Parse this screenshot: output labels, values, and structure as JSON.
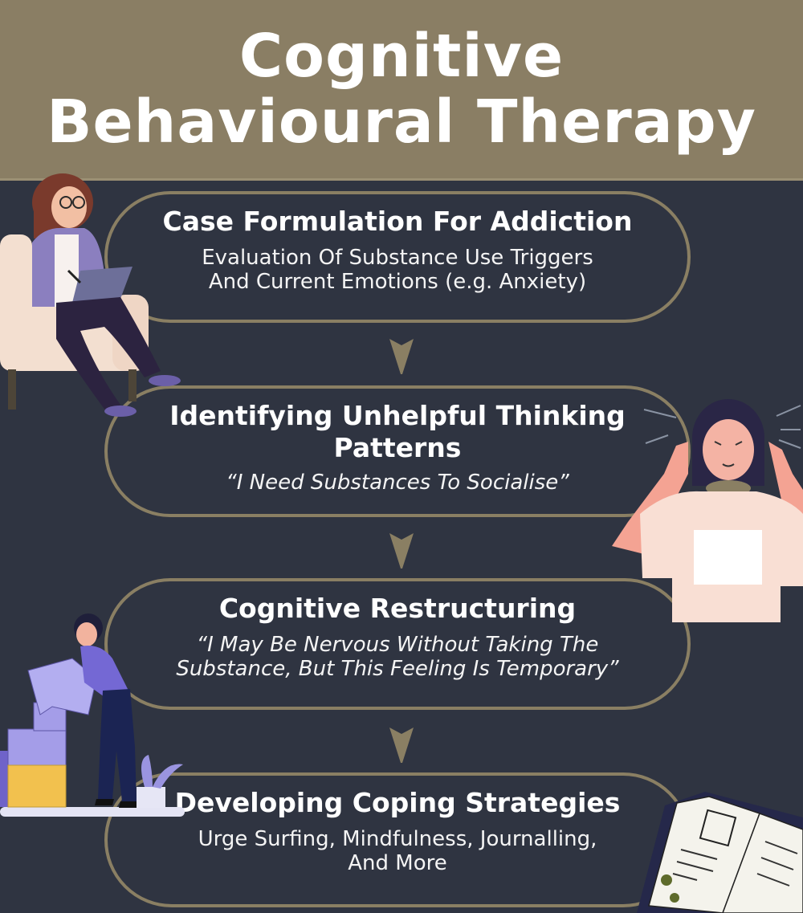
{
  "header": {
    "title_line1": "Cognitive",
    "title_line2": "Behavioural Therapy",
    "background_color": "#8a7e64"
  },
  "colors": {
    "background": "#2f3441",
    "pill_border": "#8a7f63",
    "arrow": "#8a7f63",
    "text": "#ffffff"
  },
  "steps": [
    {
      "title": "Case Formulation For Addiction",
      "description": "Evaluation Of Substance Use Triggers\nAnd Current Emotions (e.g. Anxiety)",
      "italic": false
    },
    {
      "title": "Identifying Unhelpful Thinking\nPatterns",
      "description": "“I Need Substances To Socialise”",
      "italic": true
    },
    {
      "title": "Cognitive Restructuring",
      "description": "“I May Be Nervous Without Taking The\nSubstance, But This Feeling Is Temporary”",
      "italic": true
    },
    {
      "title": "Developing Coping Strategies",
      "description": "Urge Surfing, Mindfulness, Journalling,\nAnd More",
      "italic": false
    }
  ],
  "illustrations": [
    {
      "name": "therapist-seated-with-clipboard"
    },
    {
      "name": "person-pointing-at-temples"
    },
    {
      "name": "woman-stacking-blocks"
    },
    {
      "name": "open-journal"
    }
  ]
}
